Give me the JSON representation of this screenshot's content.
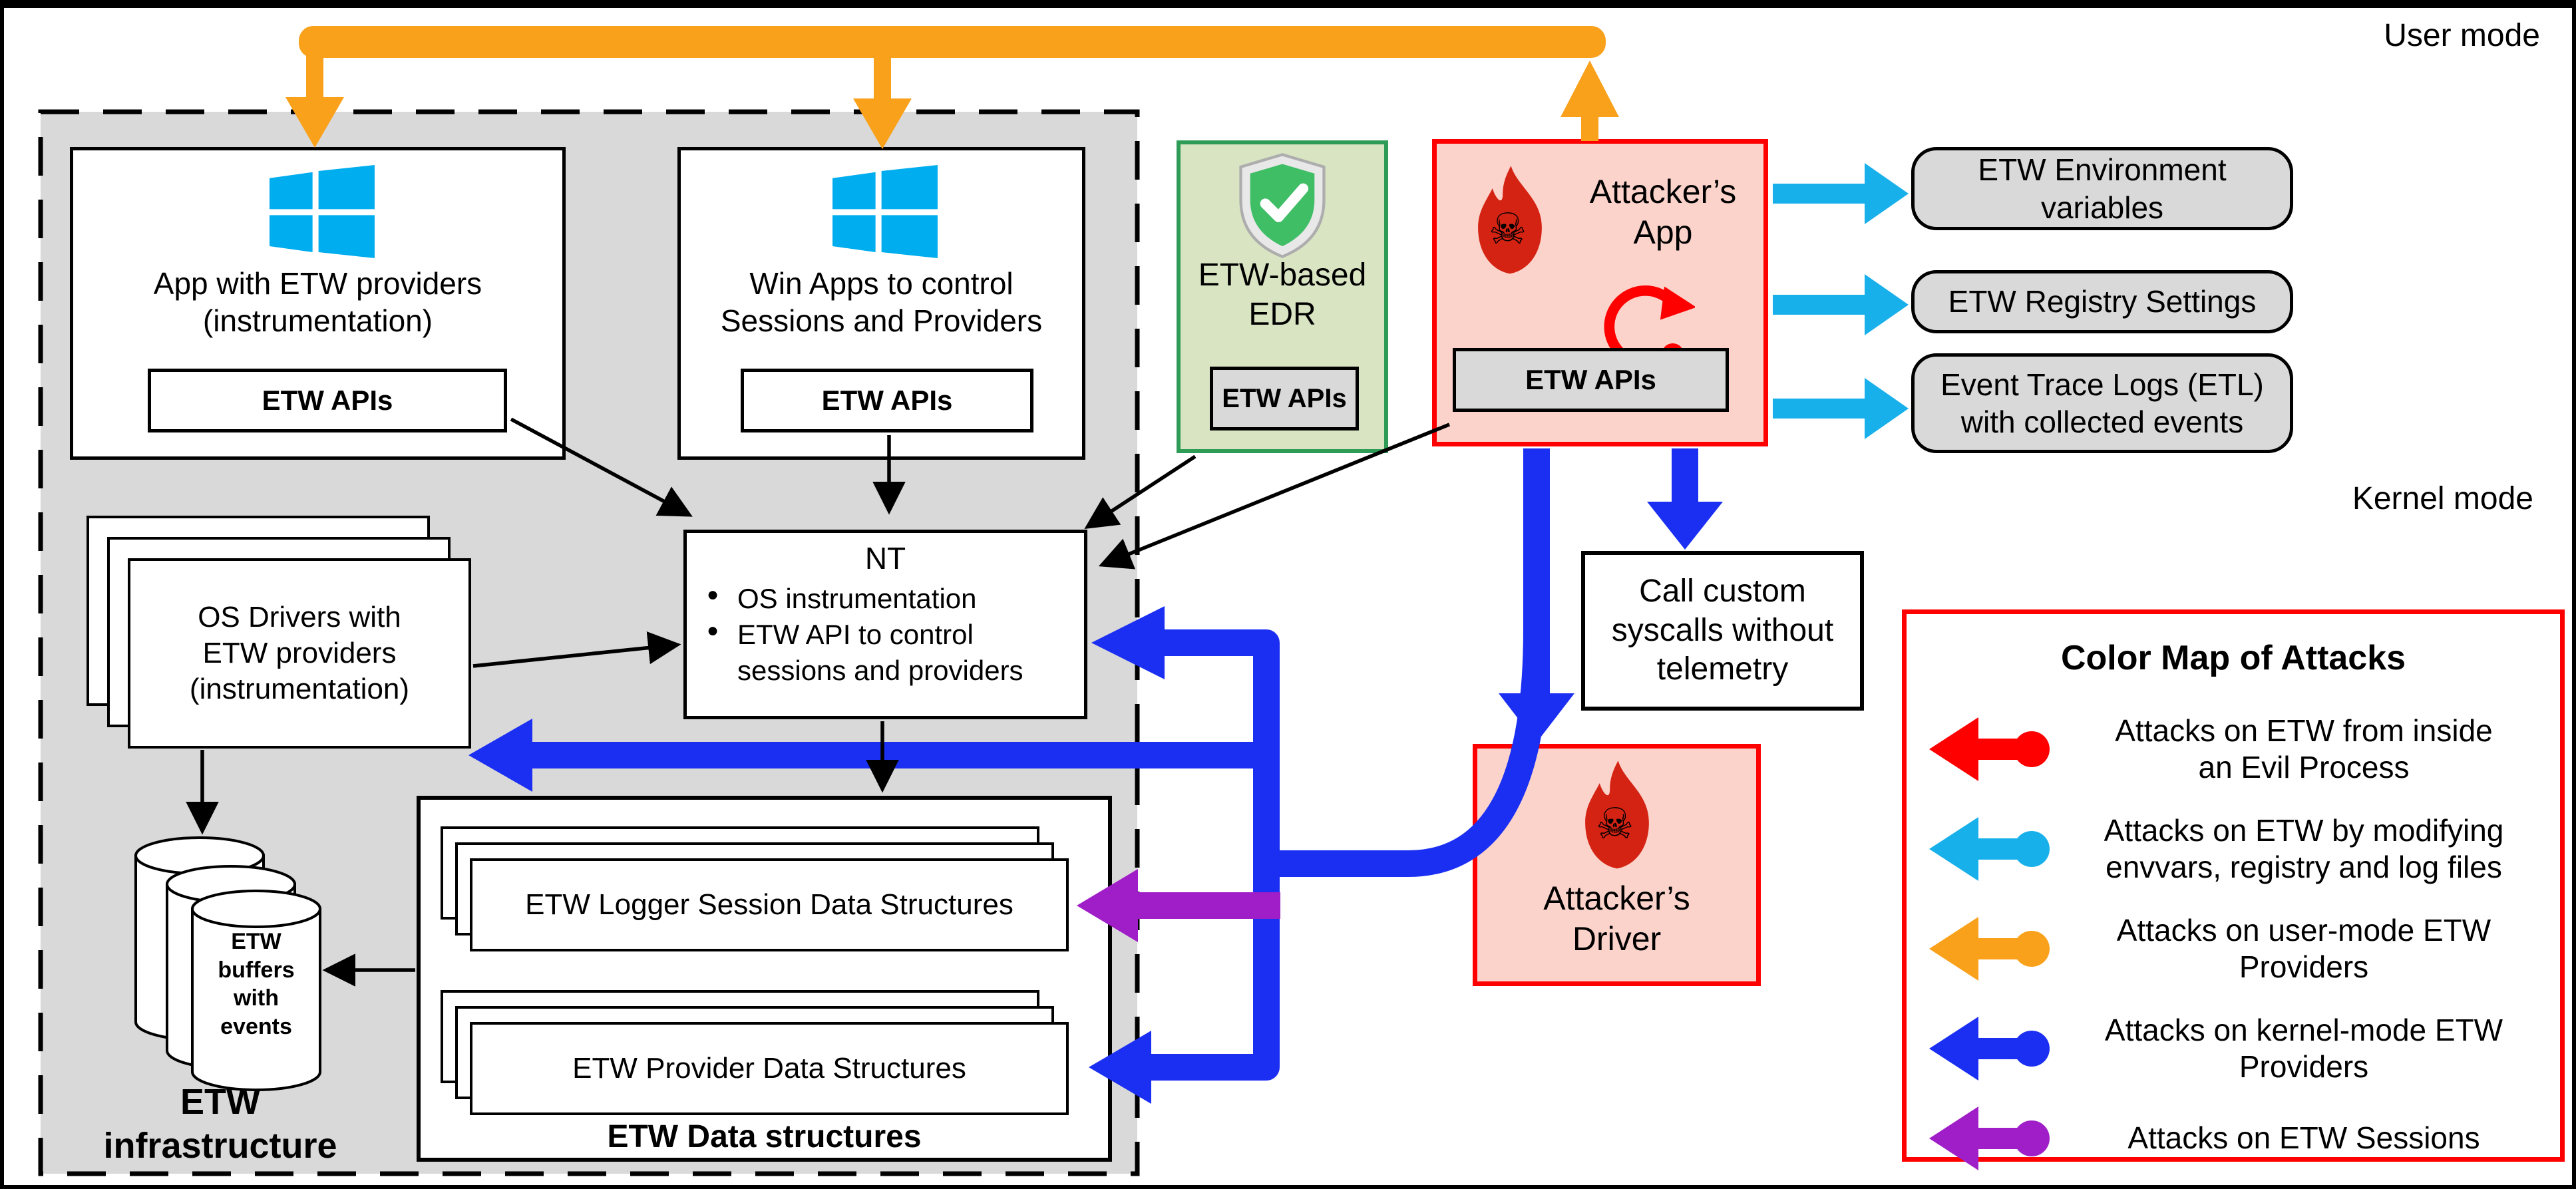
{
  "colors": {
    "orange": "#F9A11B",
    "cyan": "#18B0EA",
    "blue": "#1B2FF2",
    "purple": "#A01EC8",
    "red": "#FF0000",
    "green_border": "#2E9B57",
    "green_fill": "#D9E5C2",
    "pink_fill": "#FBD3CB",
    "gray": "#D9D9D9",
    "windows_blue": "#00ADEF"
  },
  "modes": {
    "user": "User mode",
    "kernel": "Kernel mode"
  },
  "infrastructure_label": "ETW\ninfrastructure",
  "app_box": {
    "title": "App with ETW providers\n(instrumentation)",
    "api": "ETW APIs"
  },
  "win_box": {
    "title": "Win Apps to control\nSessions and Providers",
    "api": "ETW APIs"
  },
  "edr_box": {
    "title": "ETW-based\nEDR",
    "api": "ETW APIs"
  },
  "attacker_app": {
    "title": "Attacker’s\nApp",
    "api": "ETW APIs"
  },
  "outputs": [
    {
      "label": "ETW Environment\nvariables"
    },
    {
      "label": "ETW Registry Settings"
    },
    {
      "label": "Event Trace Logs (ETL)\nwith collected events"
    }
  ],
  "nt_box": {
    "title": "NT",
    "bullet1": "OS instrumentation",
    "bullet2": "ETW API to control\nsessions and providers"
  },
  "os_drivers": {
    "title": "OS Drivers with\nETW providers\n(instrumentation)"
  },
  "buffers": {
    "label": "ETW\nbuffers\nwith\nevents"
  },
  "data_structures": {
    "logger": "ETW Logger Session Data Structures",
    "provider": "ETW Provider Data Structures",
    "caption": "ETW Data structures"
  },
  "syscalls_box": {
    "label": "Call custom\nsyscalls without\ntelemetry"
  },
  "attacker_driver": {
    "title": "Attacker’s\nDriver"
  },
  "legend": {
    "title": "Color Map of Attacks",
    "entries": [
      {
        "name": "red",
        "color": "#FF0000",
        "label": "Attacks on ETW from inside\nan Evil Process"
      },
      {
        "name": "cyan",
        "color": "#18B0EA",
        "label": "Attacks on ETW by modifying\nenvvars, registry and log files"
      },
      {
        "name": "orange",
        "color": "#F9A11B",
        "label": "Attacks on user-mode ETW\nProviders"
      },
      {
        "name": "blue",
        "color": "#1B2FF2",
        "label": "Attacks on kernel-mode ETW\nProviders"
      },
      {
        "name": "purple",
        "color": "#A01EC8",
        "label": "Attacks on ETW Sessions"
      }
    ]
  }
}
